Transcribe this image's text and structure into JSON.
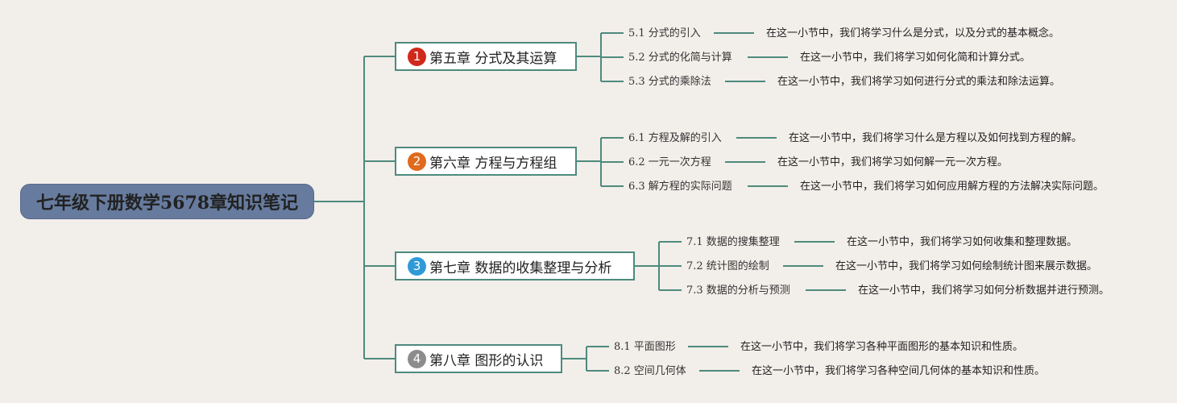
{
  "root": {
    "title": "七年级下册数学5678章知识笔记",
    "color": "#667b9e"
  },
  "line_color": "#4e8a7d",
  "chapters": [
    {
      "number": "1",
      "badge_color": "#d0291c",
      "title": "第五章 分式及其运算",
      "sections": [
        {
          "label": "5.1 分式的引入",
          "desc": "在这一小节中，我们将学习什么是分式，以及分式的基本概念。"
        },
        {
          "label": "5.2 分式的化简与计算",
          "desc": "在这一小节中，我们将学习如何化简和计算分式。"
        },
        {
          "label": "5.3 分式的乘除法",
          "desc": "在这一小节中，我们将学习如何进行分式的乘法和除法运算。"
        }
      ]
    },
    {
      "number": "2",
      "badge_color": "#e06a1d",
      "title": "第六章 方程与方程组",
      "sections": [
        {
          "label": "6.1 方程及解的引入",
          "desc": "在这一小节中，我们将学习什么是方程以及如何找到方程的解。"
        },
        {
          "label": "6.2 一元一次方程",
          "desc": "在这一小节中，我们将学习如何解一元一次方程。"
        },
        {
          "label": "6.3 解方程的实际问题",
          "desc": "在这一小节中，我们将学习如何应用解方程的方法解决实际问题。"
        }
      ]
    },
    {
      "number": "3",
      "badge_color": "#2f9ad8",
      "title": "第七章 数据的收集整理与分析",
      "sections": [
        {
          "label": "7.1 数据的搜集整理",
          "desc": "在这一小节中，我们将学习如何收集和整理数据。"
        },
        {
          "label": "7.2 统计图的绘制",
          "desc": "在这一小节中，我们将学习如何绘制统计图来展示数据。"
        },
        {
          "label": "7.3 数据的分析与预测",
          "desc": "在这一小节中，我们将学习如何分析数据并进行预测。"
        }
      ]
    },
    {
      "number": "4",
      "badge_color": "#8c8c8c",
      "title": "第八章 图形的认识",
      "sections": [
        {
          "label": "8.1 平面图形",
          "desc": "在这一小节中，我们将学习各种平面图形的基本知识和性质。"
        },
        {
          "label": "8.2 空间几何体",
          "desc": "在这一小节中，我们将学习各种空间几何体的基本知识和性质。"
        }
      ]
    }
  ]
}
